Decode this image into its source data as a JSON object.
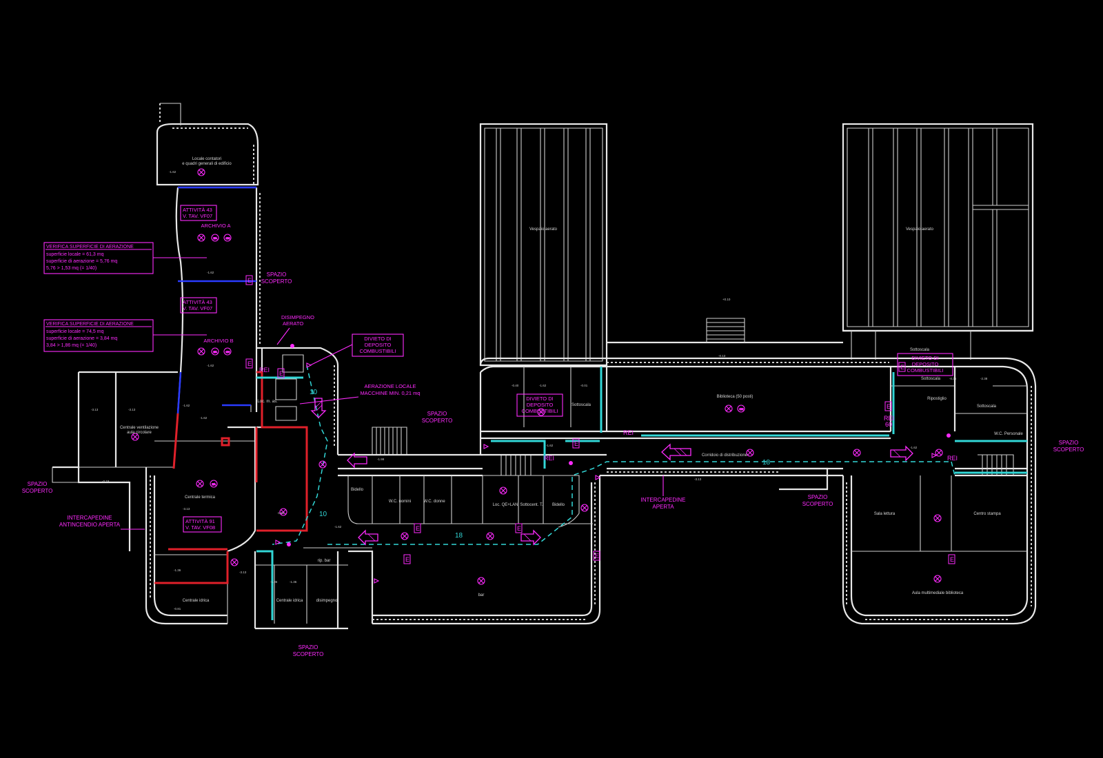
{
  "labels": {
    "spazio_1": [
      "SPAZIO",
      "SCOPERTO"
    ],
    "spazio_2": [
      "SPAZIO",
      "SCOPERTO"
    ],
    "spazio_3": [
      "SPAZIO",
      "SCOPERTO"
    ],
    "spazio_4": [
      "SPAZIO",
      "SCOPERTO"
    ],
    "spazio_5": [
      "SPAZIO",
      "SCOPERTO"
    ],
    "spazio_6": [
      "SPAZIO",
      "SCOPERTO"
    ],
    "verifica_1": {
      "title": "VERIFICA SUPERFICIE DI AERAZIONE",
      "l1": "superficie locale = 61,3 mq",
      "l2": "superficie di aerazione = 5,76 mq",
      "l3": "5,76 > 1,53 mq  (= 1/40)"
    },
    "verifica_2": {
      "title": "VERIFICA SUPERFICIE DI AERAZIONE",
      "l1": "superficie locale = 74,5 mq",
      "l2": "superficie di aerazione = 3,84 mq",
      "l3": "3,84 > 1,86 mq  (= 1/40)"
    },
    "attivita_1": [
      "ATTIVITÀ 43",
      "V. TAV. VF07"
    ],
    "attivita_2": [
      "ATTIVITÀ 43",
      "V. TAV. VF07"
    ],
    "attivita_3": [
      "ATTIVITÀ 91",
      "V. TAV. VF08"
    ],
    "archivio_a": "ARCHIVIO A",
    "archivio_b": "ARCHIVIO B",
    "disimpegno": [
      "DISIMPEGNO",
      "AERATO"
    ],
    "divieto_1": [
      "DIVIETO DI",
      "DEPOSITO",
      "COMBUSTIBILI"
    ],
    "divieto_2": [
      "DIVIETO DI",
      "DEPOSITO",
      "COMBUSTIBILI"
    ],
    "divieto_3": [
      "DIVIETO DI",
      "DEPOSITO",
      "COMBUSTIBILI"
    ],
    "aerazione": [
      "AERAZIONE LOCALE",
      "MACCHINE MIN. 0,21 mq"
    ],
    "intercapedine_1": [
      "INTERCAPEDINE",
      "ANTINCENDIO APERTA"
    ],
    "intercapedine_2": [
      "INTERCAPEDINE",
      "APERTA"
    ],
    "rei_1": [
      "REI"
    ],
    "rei_2": [
      "REI"
    ],
    "rei_3": [
      "REI",
      "60"
    ],
    "rei_4": [
      "REI"
    ],
    "rei_5": [
      "REI"
    ],
    "route_10a": "10",
    "route_10b": "10",
    "route_18a": "18",
    "route_18b": "18",
    "e_mark": "E"
  },
  "rooms": {
    "locale_contatori": [
      "Locale contatori",
      "e quadri generali di edificio"
    ],
    "centrale_ventilazione": [
      "Centrale ventilazione",
      "aula circolare"
    ],
    "centrale_termica": "Centrale termica",
    "centrale_idrica_1": "Centrale idrica",
    "centrale_idrica_2": "Centrale idrica",
    "disimpegno_room": "disimpegno",
    "rip_bar": "rip. bar",
    "bar": "bar",
    "bidello_1": "Bidello",
    "wc_uomini": "W.C. uomini",
    "wc_donne": "W.C. donne",
    "loc_qe": "Loc. QE+LAN",
    "sottocent": "Sottocent. T.",
    "bidello_2": "Bidello",
    "vespaio_1": "Vespaio aerato",
    "vespaio_2": "Vespaio aerato",
    "sottoscala_1": "Sottoscala",
    "biblioteca": "Biblioteca (50 posti)",
    "corridoio": "Corridoio di distribuzione",
    "sottoscala_2": "Sottoscala",
    "sottoscala_3": "Sottoscala",
    "sottoscala_4": "Sottoscala",
    "ripostiglio": "Ripostiglio",
    "wc_personale": "W.C. Personale",
    "sala_lettura": "Sala lettura",
    "centro_stampa": "Centro stampa",
    "aula_multimediale": "Aula multimediale biblioteca",
    "loc_m": "Loc. m. as."
  },
  "levels": {
    "l1": "-1.62",
    "l2": "-1.62",
    "l3": "-1.62",
    "l4": "-3.13",
    "l5": "-3.13",
    "l6": "-1.62",
    "l7": "-1.62",
    "l8": "-3.13",
    "l9": "-1.62",
    "l10": "-1.62",
    "l11": "-0.19",
    "l12": "-1.36",
    "l13": "-1.36",
    "l14": "-1.36",
    "l15": "-0.81",
    "l16": "-1.99",
    "l17": "-0.40",
    "l18": "-1.62",
    "l19": "-0.01",
    "l20": "-1.62",
    "l21": "+0.10",
    "l22": "-0.13",
    "l23": "-3.13",
    "l24": "-1.62",
    "l25": "-0.36",
    "l26": "-2.38",
    "l27": "-3.13"
  },
  "colors": {
    "background": "#000000",
    "walls": "#e8e8e8",
    "annotations": "#ff2bff",
    "escape_route": "#32d7d7",
    "fire_walls_red": "#e0202a",
    "fire_walls_blue": "#2a3bff"
  },
  "icons": [
    "exit-sign-icon",
    "fire-extinguisher-icon",
    "hydrant-icon",
    "escape-arrow-icon",
    "emergency-light-icon"
  ]
}
